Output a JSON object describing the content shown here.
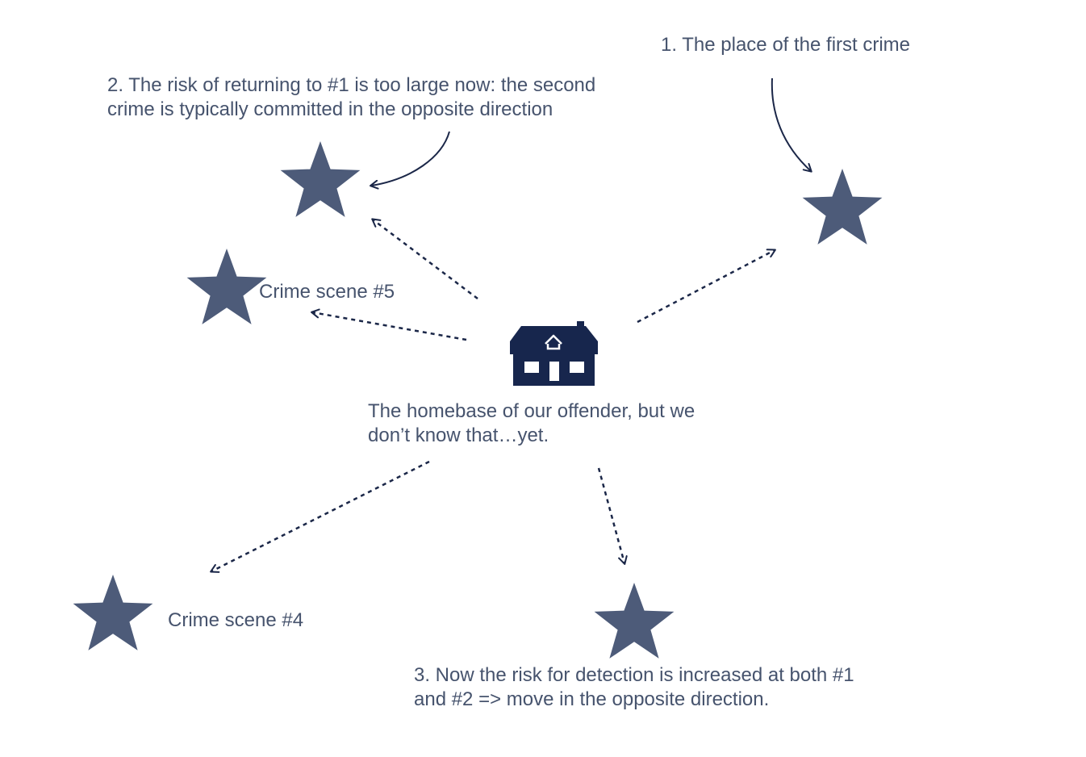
{
  "colors": {
    "star": "#4d5b79",
    "arrow": "#1b2748",
    "house": "#17264d",
    "text": "#46536d"
  },
  "icons": {
    "house": "house-icon",
    "star": "star-icon"
  },
  "labels": {
    "first_crime": [
      "1. The place of the first crime"
    ],
    "second_crime": [
      "2. The risk of returning to #1 is too large now: the second",
      "crime is typically committed in the opposite direction"
    ],
    "crime_scene_5": [
      "Crime scene #5"
    ],
    "homebase": [
      "The homebase of our offender, but we",
      "don’t know that…yet."
    ],
    "crime_scene_4": [
      "Crime scene #4"
    ],
    "third_crime": [
      "3. Now the risk for detection is increased at both #1",
      "and #2 => move in the opposite direction."
    ]
  }
}
